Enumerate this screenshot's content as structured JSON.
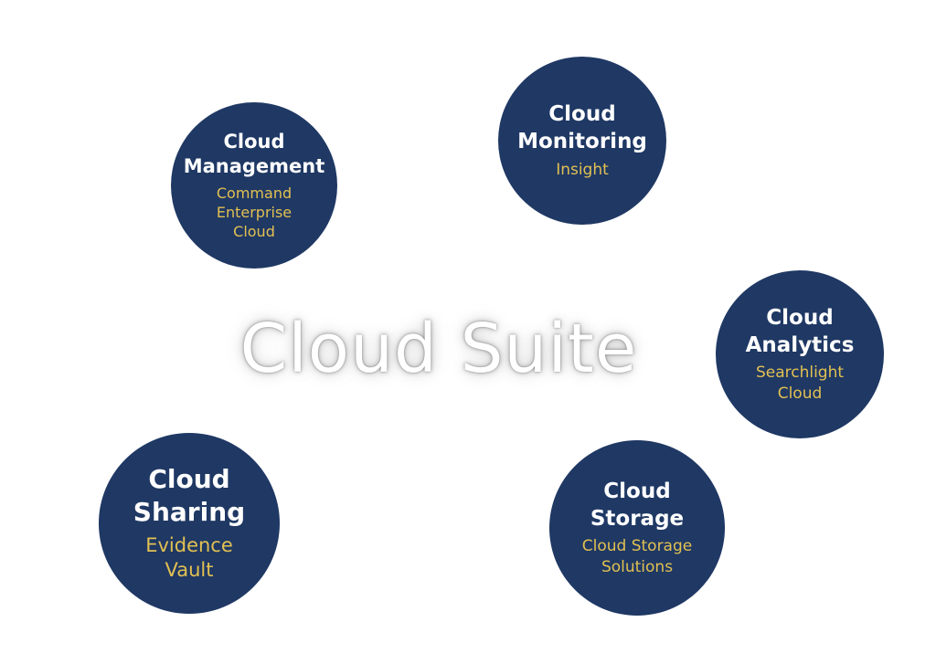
{
  "diagram": {
    "center_title": "Cloud Suite",
    "nodes": [
      {
        "title_line1": "Cloud",
        "title_line2": "Management",
        "subtitle": "Command Enterprise Cloud"
      },
      {
        "title_line1": "Cloud",
        "title_line2": "Monitoring",
        "subtitle": "Insight"
      },
      {
        "title_line1": "Cloud",
        "title_line2": "Analytics",
        "subtitle": "Searchlight Cloud"
      },
      {
        "title_line1": "Cloud",
        "title_line2": "Sharing",
        "subtitle": "Evidence Vault"
      },
      {
        "title_line1": "Cloud",
        "title_line2": "Storage",
        "subtitle": "Cloud Storage Solutions"
      }
    ]
  },
  "colors": {
    "node_fill": "#1f3864",
    "node_title": "#ffffff",
    "node_subtitle": "#e2c052",
    "background": "#ffffff"
  }
}
